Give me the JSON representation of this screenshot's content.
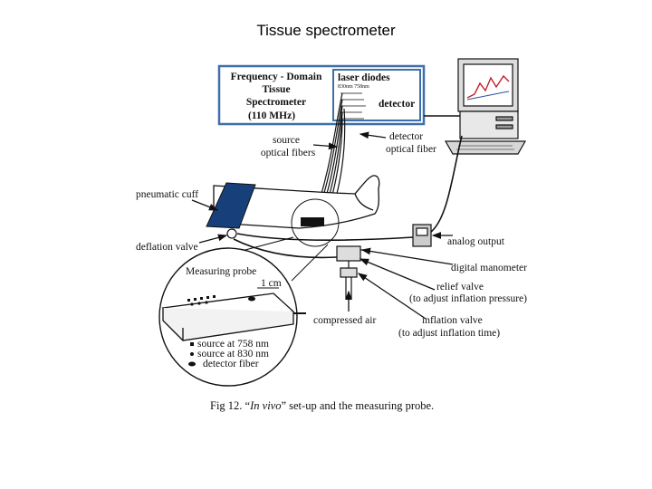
{
  "slide": {
    "title": "Tissue spectrometer"
  },
  "diagram": {
    "instrument": {
      "line1": "Frequency - Domain",
      "line2": "Tissue",
      "line3": "Spectrometer",
      "line4": "(110 MHz)"
    },
    "laser": {
      "title": "laser diodes",
      "wl_header": "830nm  758nm",
      "detector": "detector"
    },
    "labels": {
      "source_fibers_1": "source",
      "source_fibers_2": "optical fibers",
      "detector_fiber_1": "detector",
      "detector_fiber_2": "optical fiber",
      "pneumatic_cuff": "pneumatic cuff",
      "deflation_valve": "deflation valve",
      "analog_output": "analog output",
      "digital_manometer": "digital manometer",
      "relief_valve_1": "relief valve",
      "relief_valve_2": "(to adjust inflation pressure)",
      "compressed_air": "compressed air",
      "inflation_valve_1": "inflation valve",
      "inflation_valve_2": "(to adjust inflation time)"
    },
    "probe": {
      "title": "Measuring probe",
      "scale": "1 cm",
      "legend_source_758": "source at 758 nm",
      "legend_source_830": "source at 830 nm",
      "legend_detector": "detector fiber"
    },
    "caption": {
      "prefix": "Fig 12. “",
      "italic": "In vivo",
      "suffix": "” set-up and the measuring probe."
    }
  },
  "colors": {
    "frame_blue": "#3d6fa8",
    "cuff_blue": "#173f7a",
    "line": "#111111"
  }
}
